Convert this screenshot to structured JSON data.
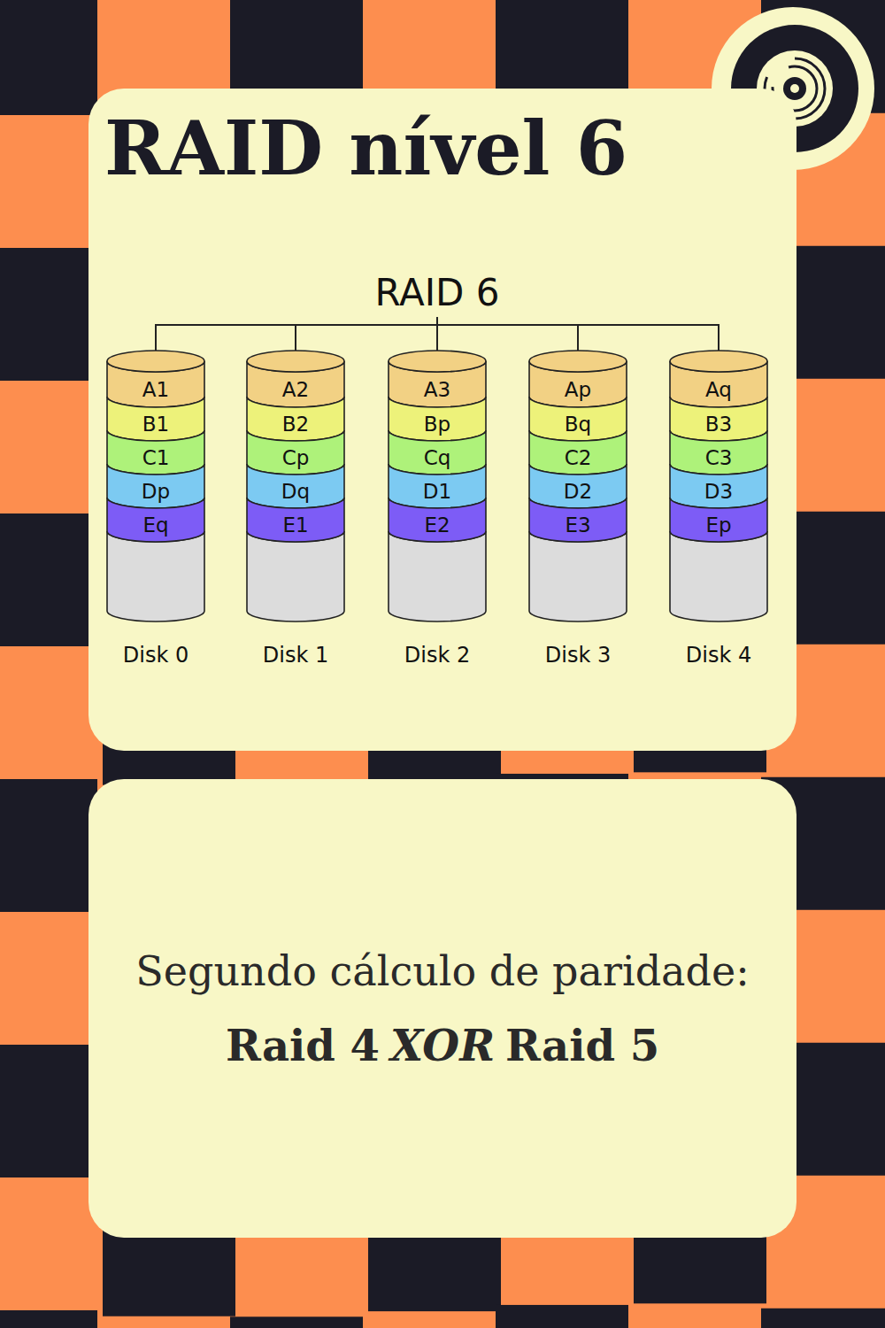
{
  "diagram": {
    "title": "RAID nível 6",
    "nodes": [
      {
        "text": [
          "RAID 6"
        ]
      },
      {
        "text": [
          "Disk 0"
        ]
      },
      {
        "text": [
          "A1"
        ],
        "in": 1
      },
      {
        "text": [
          "B1"
        ],
        "in": 1
      },
      {
        "text": [
          "C1"
        ],
        "in": 1
      },
      {
        "text": [
          "Dp"
        ],
        "in": 1
      },
      {
        "text": [
          "Eq"
        ],
        "in": 1
      },
      {
        "text": [
          "Disk 1"
        ]
      },
      {
        "text": [
          "A2"
        ],
        "in": 7
      },
      {
        "text": [
          "B2"
        ],
        "in": 7
      },
      {
        "text": [
          "Cp"
        ],
        "in": 7
      },
      {
        "text": [
          "Dq"
        ],
        "in": 7
      },
      {
        "text": [
          "E1"
        ],
        "in": 7
      },
      {
        "text": [
          "Disk 2"
        ]
      },
      {
        "text": [
          "A3"
        ],
        "in": 13
      },
      {
        "text": [
          "Bp"
        ],
        "in": 13
      },
      {
        "text": [
          "Cq"
        ],
        "in": 13
      },
      {
        "text": [
          "D1"
        ],
        "in": 13
      },
      {
        "text": [
          "E2"
        ],
        "in": 13
      },
      {
        "text": [
          "Disk 3"
        ]
      },
      {
        "text": [
          "Ap"
        ],
        "in": 19
      },
      {
        "text": [
          "Bq"
        ],
        "in": 19
      },
      {
        "text": [
          "C2"
        ],
        "in": 19
      },
      {
        "text": [
          "D2"
        ],
        "in": 19
      },
      {
        "text": [
          "E3"
        ],
        "in": 19
      },
      {
        "text": [
          "Disk 4"
        ]
      },
      {
        "text": [
          "Aq"
        ],
        "in": 25
      },
      {
        "text": [
          "B3"
        ],
        "in": 25
      },
      {
        "text": [
          "C3"
        ],
        "in": 25
      },
      {
        "text": [
          "D3"
        ],
        "in": 25
      },
      {
        "text": [
          "Ep"
        ],
        "in": 25
      }
    ],
    "edges": [
      {
        "from": 0,
        "to": 1,
        "arrow": "none"
      },
      {
        "from": 0,
        "to": 7,
        "arrow": "none"
      },
      {
        "from": 0,
        "to": 13,
        "arrow": "none"
      },
      {
        "from": 0,
        "to": 19,
        "arrow": "none"
      },
      {
        "from": 0,
        "to": 25,
        "arrow": "none"
      }
    ],
    "labels": [
      "Segundo cálculo de paridade:",
      "Raid 4",
      "XOR",
      "Raid 5"
    ]
  }
}
